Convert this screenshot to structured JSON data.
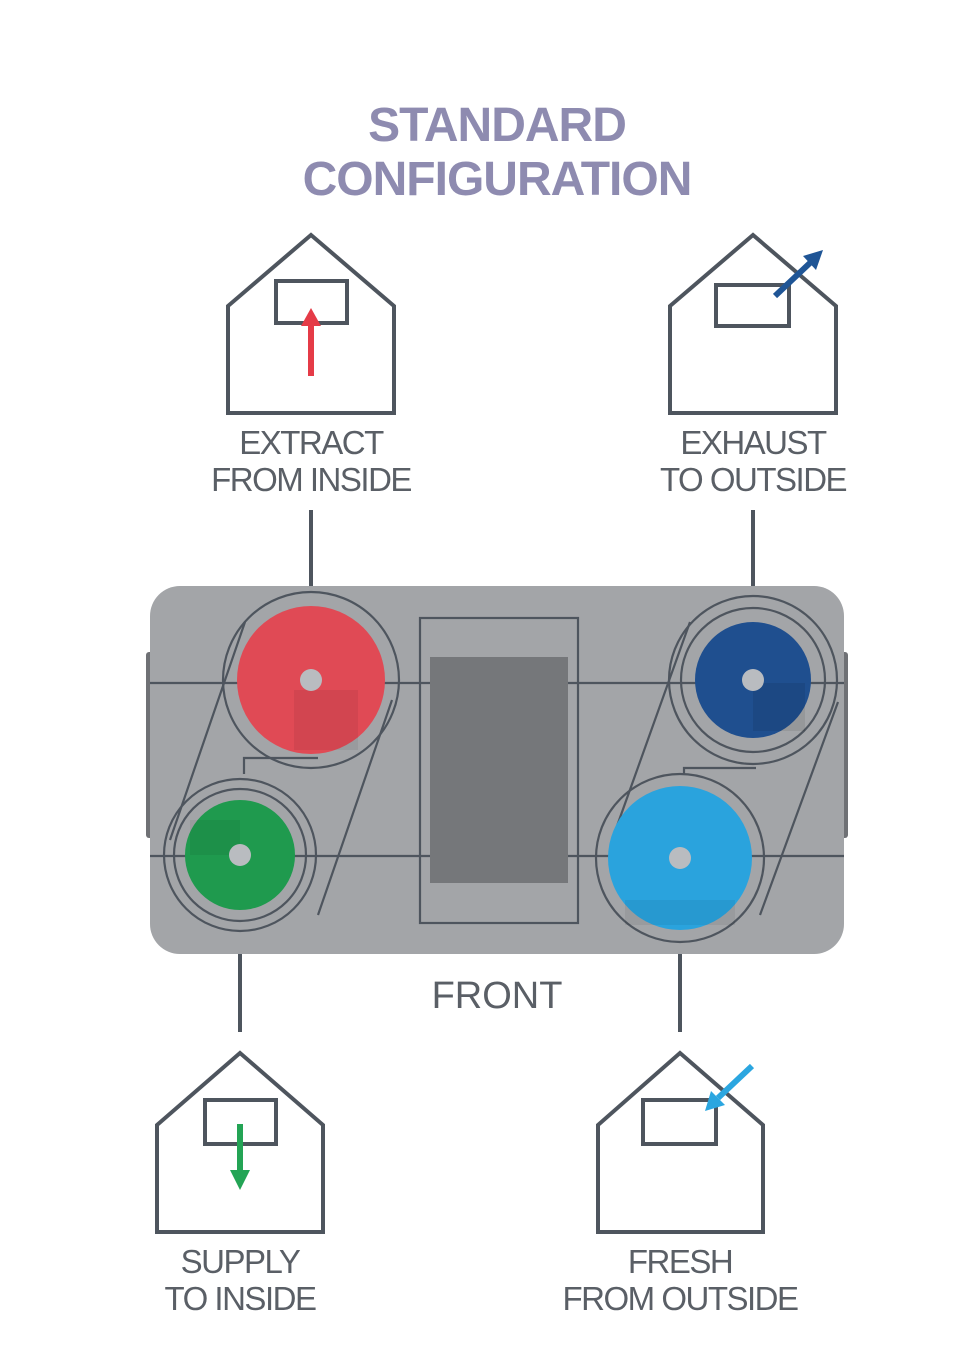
{
  "title": {
    "line1": "STANDARD",
    "line2": "CONFIGURATION"
  },
  "ports": {
    "extract": {
      "line1": "EXTRACT",
      "line2": "FROM INSIDE",
      "color": "#e04a55",
      "arrow_color": "#e53b47"
    },
    "exhaust": {
      "line1": "EXHAUST",
      "line2": "TO OUTSIDE",
      "color": "#1f4f8f",
      "arrow_color": "#1f5596"
    },
    "supply": {
      "line1": "SUPPLY",
      "line2": "TO INSIDE",
      "color": "#1f9a4e",
      "arrow_color": "#23a455"
    },
    "fresh": {
      "line1": "FRESH",
      "line2": "FROM OUTSIDE",
      "color": "#2aa3dd",
      "arrow_color": "#2ba6e0"
    }
  },
  "unit": {
    "front_label": "FRONT",
    "body_color": "#a3a5a8",
    "panel_color": "#75777a"
  },
  "icons": [
    "house-icon",
    "arrow-up-icon",
    "arrow-diagonal-out-icon",
    "arrow-down-icon",
    "arrow-diagonal-in-icon"
  ]
}
